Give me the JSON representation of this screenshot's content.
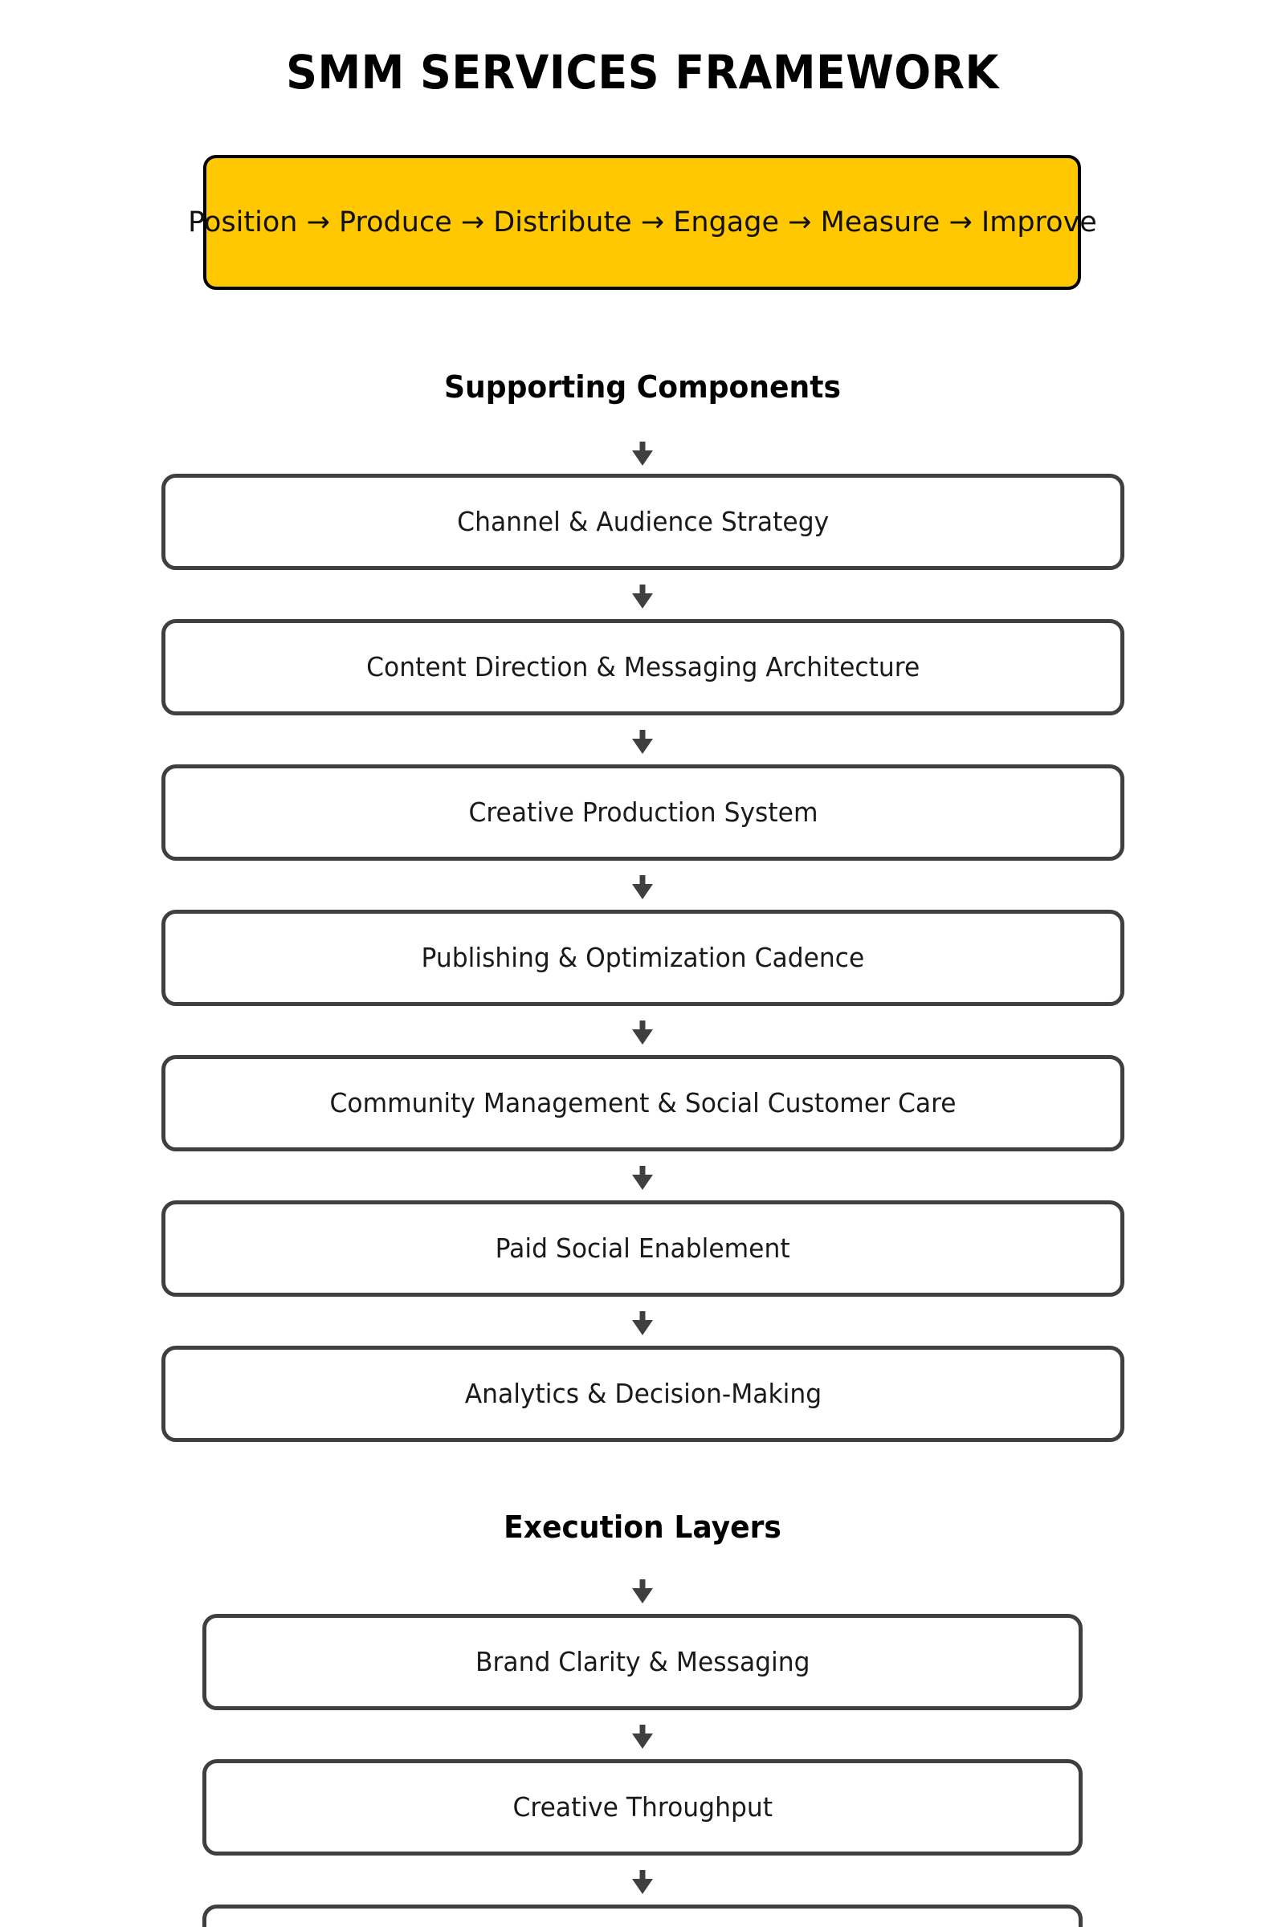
{
  "title": "SMM SERVICES FRAMEWORK",
  "hero": {
    "flow_text": "Position → Produce → Distribute → Engage → Measure → Improve",
    "fill_color": "#ffc800",
    "border_color": "#000000",
    "stages": [
      "Position",
      "Produce",
      "Distribute",
      "Engage",
      "Measure",
      "Improve"
    ]
  },
  "sections": [
    {
      "heading": "Supporting Components",
      "nodes": [
        "Channel & Audience Strategy",
        "Content Direction & Messaging Architecture",
        "Creative Production System",
        "Publishing & Optimization Cadence",
        "Community Management & Social Customer Care",
        "Paid Social Enablement",
        "Analytics & Decision-Making"
      ]
    },
    {
      "heading": "Execution Layers",
      "nodes": [
        "Brand Clarity & Messaging",
        "Creative Throughput",
        ""
      ]
    }
  ],
  "colors": {
    "accent": "#ffc800",
    "node_border": "#3f3f3f",
    "arrow": "#3f3f3f",
    "text": "#1a1a1a",
    "background": "#ffffff"
  }
}
